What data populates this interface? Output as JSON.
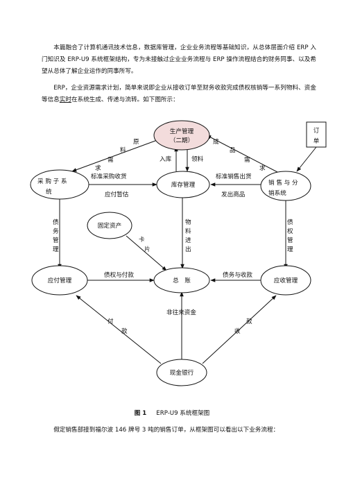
{
  "intro": {
    "p1": "本篇融合了计算机通讯技术信息，数据库管理，企业业务流程等基础知识，从总体层面介绍 ERP 入门知识及 ERP-U9 系统框架结构，专为未接触过企业业务流程与 ERP 操作流程结合的财务同事、以及希望从总体了解企业运作的同事所写。",
    "p2_a": "ERP，企业资源需求计划，简单来说即企业从接收订单至财务收款完成债权核销等一系列物料、资金等信息",
    "p2_ul": "实时",
    "p2_b": "在系统生成、传递与流转。如下图所示："
  },
  "diagram": {
    "nodes": {
      "production_l1": "生产管理",
      "production_l2": "（二期）",
      "order_l1": "订",
      "order_l2": "单",
      "purchase_l1": "采 购 子 系",
      "purchase_l2": "统",
      "inventory": "库存管理",
      "sales_l1": "销 售 与 分",
      "sales_l2": "销系统",
      "fixed_assets": "固定资产",
      "payable": "应付管理",
      "ledger": "总　账",
      "receivable": "应收管理",
      "cash_bank": "现金银行"
    },
    "labels": {
      "raw_material_req": [
        "原",
        "料",
        "需",
        "求"
      ],
      "finished_goods_req": [
        "成",
        "品",
        "需",
        "求"
      ],
      "stock_in": "入库",
      "material_issue": "领料",
      "std_purchase_receipt": "标准采购收货",
      "ap_estimate": "应付暂估",
      "std_sales_shipment": "标准销售出货",
      "ship_goods": "发出商品",
      "debt_mgmt": [
        "债",
        "务",
        "管",
        "理"
      ],
      "card": [
        "卡",
        "片"
      ],
      "material_in_out": [
        "物",
        "料",
        "进",
        "出"
      ],
      "credit_mgmt": [
        "债",
        "权",
        "管",
        "理"
      ],
      "credit_payment": "债权与付款",
      "debt_collection": "债务与收款",
      "non_ar_ap_funds": "非往来资金",
      "payment": [
        "付",
        "款"
      ],
      "collection": [
        "款",
        "收"
      ]
    }
  },
  "caption": {
    "figure": "图 1",
    "text": "ERP-U9 系统框架图"
  },
  "closing": "假定销售部接到福尔波 146 牌号 3 吨的销售订单，从框架图可以看出以下业务流程：",
  "colors": {
    "production_fill": "#f3dcdc",
    "line": "#111111"
  }
}
